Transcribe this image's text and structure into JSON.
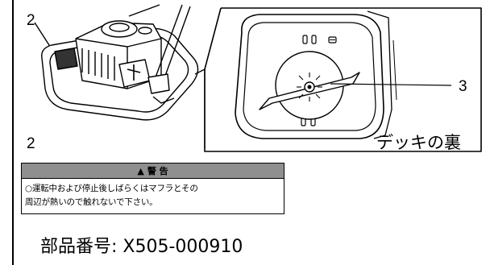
{
  "callouts": {
    "engine_label": "2",
    "sticker_label": "2",
    "blade_label": "3"
  },
  "deck_caption": "デッキの裏",
  "warning": {
    "icon": "warning-triangle-icon",
    "title": "警 告",
    "line1": "○運転中および停止後しばらくはマフラとその",
    "line2": "周辺が熱いので触れないで下さい。"
  },
  "part_number": "部品番号: X505-000910"
}
